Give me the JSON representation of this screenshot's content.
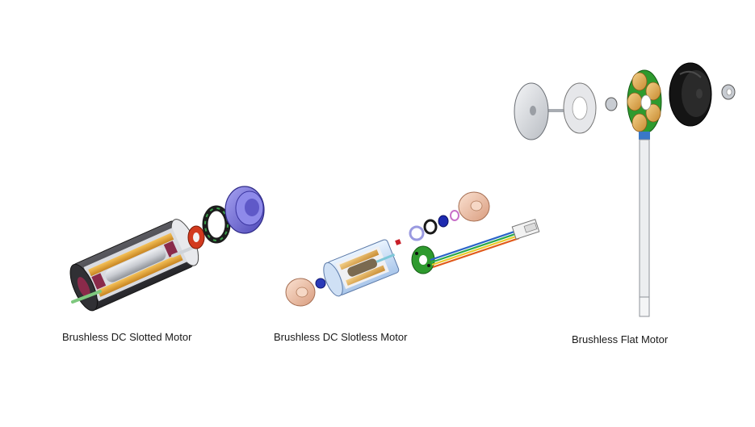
{
  "captions": {
    "slotted": "Brushless DC Slotted Motor",
    "slotless": "Brushless DC Slotless Motor",
    "flat": "Brushless Flat Motor"
  },
  "colors": {
    "steel": "#c9ccd2",
    "dark_housing": "#3a3a3e",
    "copper_winding": "#e0a030",
    "magnet_maroon": "#8a2a4a",
    "bearing_red": "#d23a1e",
    "end_cap_purple": "#7d78e0",
    "winding_gold": "#e2a84a",
    "pcb_green": "#2e9a2e",
    "cable_rainbow": [
      "#2a64c8",
      "#2aa84a",
      "#e8c828",
      "#e05a1a"
    ],
    "peach_cap": "#f0c4a8",
    "ribbon_blue": "#3a78c8",
    "black_rotor": "#141414"
  }
}
